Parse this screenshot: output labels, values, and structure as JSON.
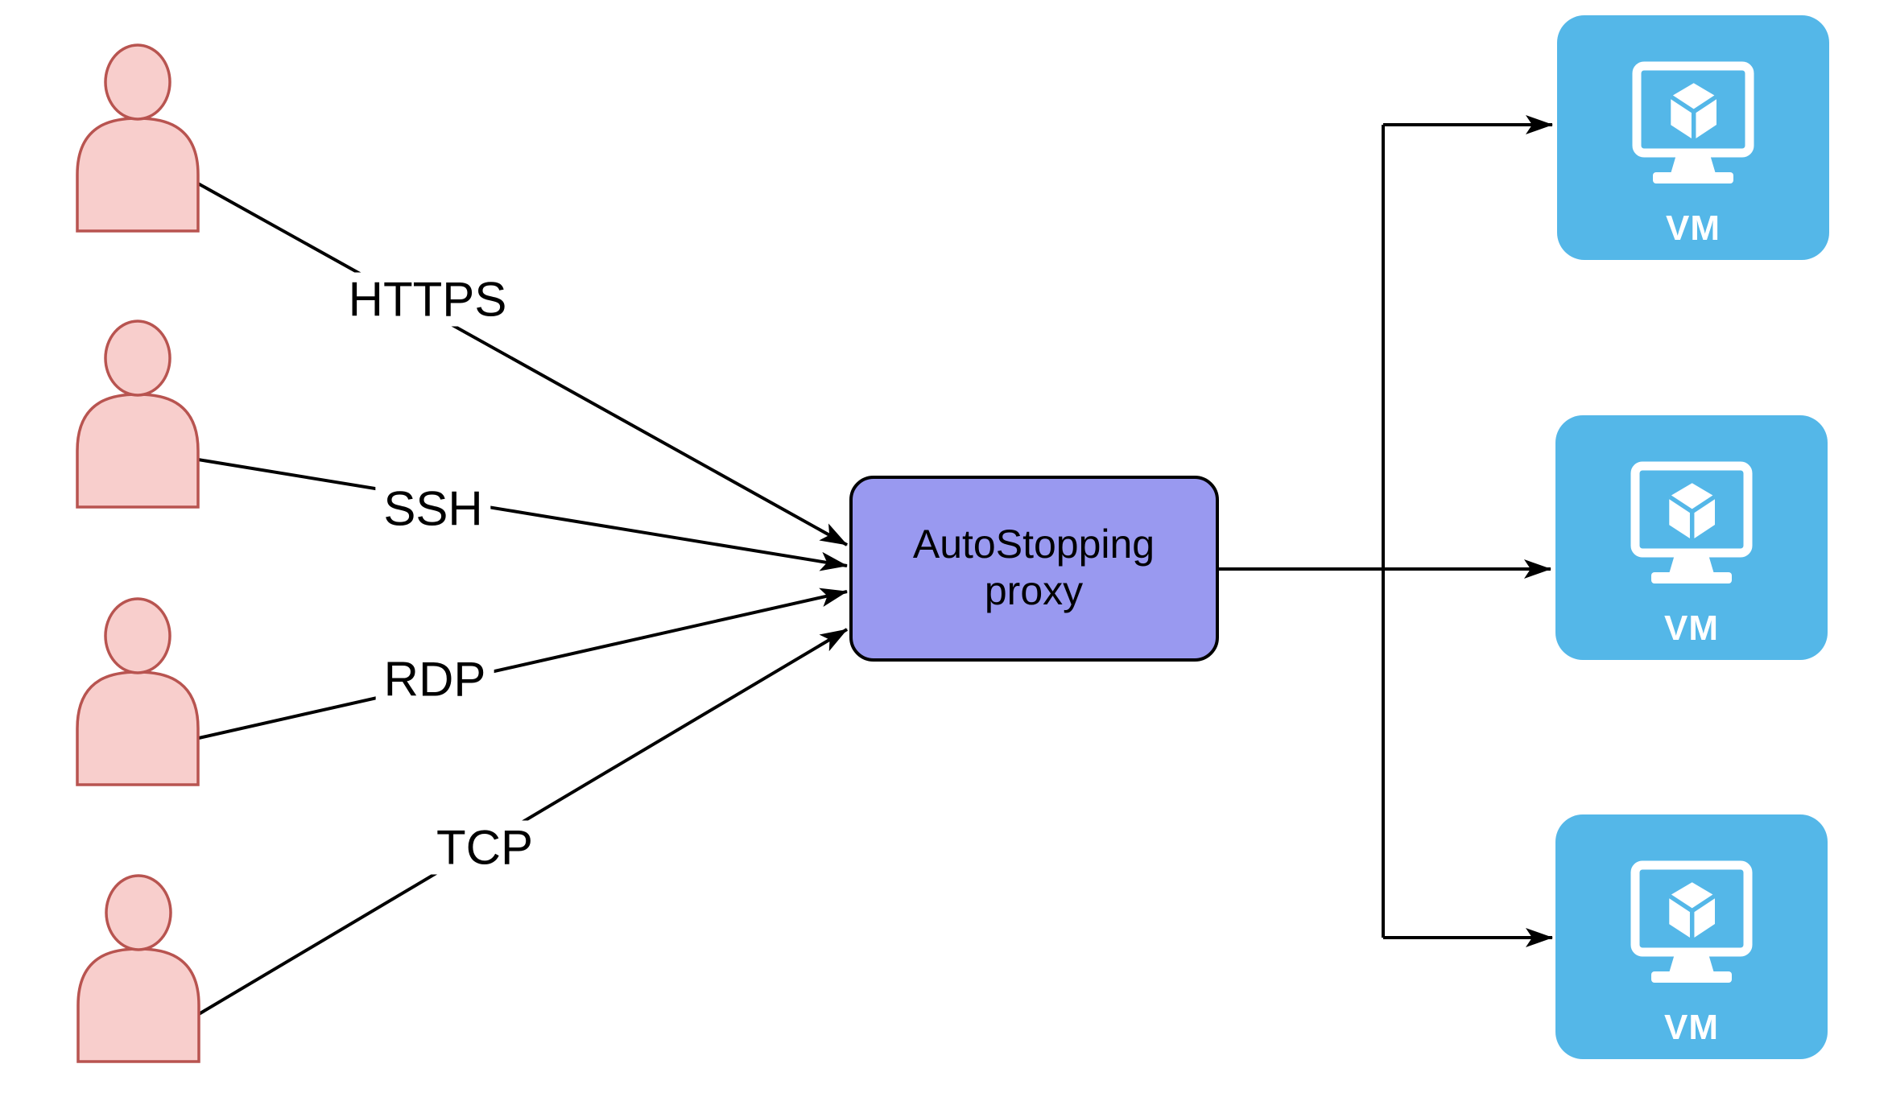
{
  "diagram": {
    "kind": "architecture-diagram",
    "users": [
      {
        "icon": "user-icon"
      },
      {
        "icon": "user-icon"
      },
      {
        "icon": "user-icon"
      },
      {
        "icon": "user-icon"
      }
    ],
    "connections": [
      {
        "protocol": "HTTPS"
      },
      {
        "protocol": "SSH"
      },
      {
        "protocol": "RDP"
      },
      {
        "protocol": "TCP"
      }
    ],
    "proxy": {
      "line1": "AutoStopping",
      "line2": "proxy"
    },
    "vms": [
      {
        "label": "VM",
        "icon": "vm-monitor-cube-icon"
      },
      {
        "label": "VM",
        "icon": "vm-monitor-cube-icon"
      },
      {
        "label": "VM",
        "icon": "vm-monitor-cube-icon"
      }
    ],
    "colors": {
      "background": "#FFFFFF",
      "user_fill": "#F8CECC",
      "user_stroke": "#B85450",
      "proxy_fill": "#9999F0",
      "proxy_stroke": "#000000",
      "vm_fill": "#54B7E8",
      "icon_white": "#FFFFFF",
      "connector": "#000000",
      "label_text": "#000000",
      "vm_label_text": "#FFFFFF"
    }
  }
}
